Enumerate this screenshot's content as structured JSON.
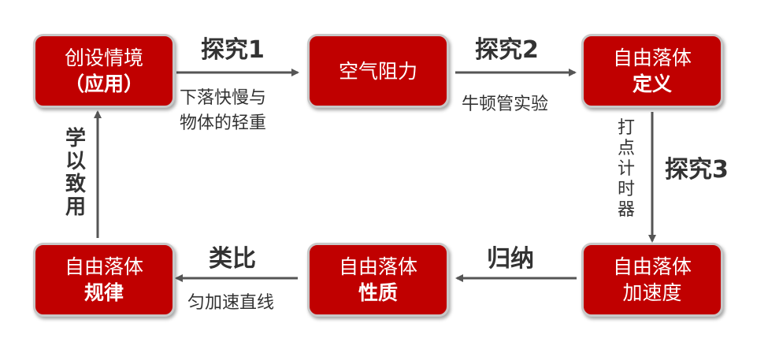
{
  "nodes": {
    "scenario": {
      "line1": "创设情境",
      "line2": "（应用）"
    },
    "air_resistance": {
      "line1": "空气阻力"
    },
    "definition": {
      "line1": "自由落体",
      "line2": "定义"
    },
    "acceleration": {
      "line1": "自由落体",
      "line2": "加速度"
    },
    "nature": {
      "line1": "自由落体",
      "line2": "性质"
    },
    "law": {
      "line1": "自由落体",
      "line2": "规律"
    }
  },
  "edges": {
    "explore1": {
      "title": "探究1",
      "note_line1": "下落快慢与",
      "note_line2": "物体的轻重"
    },
    "explore2": {
      "title": "探究2",
      "note": "牛顿管实验"
    },
    "explore3": {
      "title": "探究3",
      "note": "打点计时器"
    },
    "induction": {
      "title": "归纳"
    },
    "analogy": {
      "title": "类比",
      "note": "匀加速直线"
    },
    "application": {
      "title": "学以致用"
    }
  },
  "colors": {
    "node_fill": "#c00000",
    "node_border": "#c8c8c8",
    "arrow": "#555555",
    "text": "#333333"
  }
}
